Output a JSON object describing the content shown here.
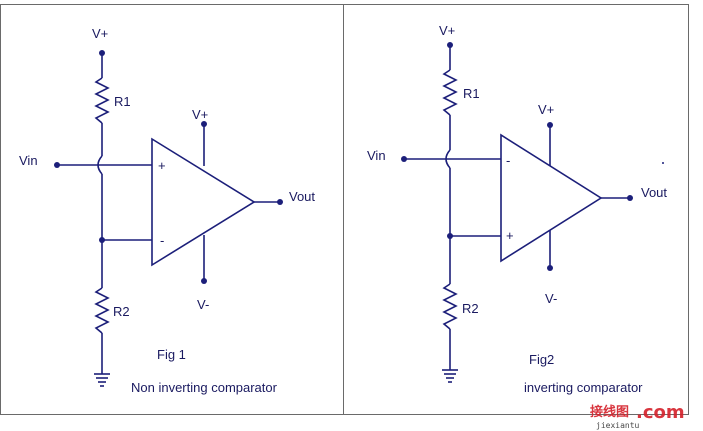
{
  "fig1": {
    "vplus_top": "V+",
    "r1": "R1",
    "vin": "Vin",
    "opamp_vplus": "V+",
    "plus_sign": "+",
    "minus_sign": "-",
    "vout": "Vout",
    "vminus": "V-",
    "r2": "R2",
    "fig_label": "Fig 1",
    "caption": "Non inverting comparator"
  },
  "fig2": {
    "vplus_top": "V+",
    "r1": "R1",
    "vin": "Vin",
    "opamp_vplus": "V+",
    "minus_sign": "-",
    "plus_sign": "+",
    "vout": "Vout",
    "vminus": "V-",
    "r2": "R2",
    "fig_label": "Fig2",
    "caption": "inverting comparator"
  },
  "watermark": {
    "cn": "接线图",
    "dotcom": ".com",
    "pinyin": "jiexiantu"
  },
  "colors": {
    "wire": "#1c1f7a",
    "text": "#1a1a60",
    "frame": "#6a6a6a"
  }
}
